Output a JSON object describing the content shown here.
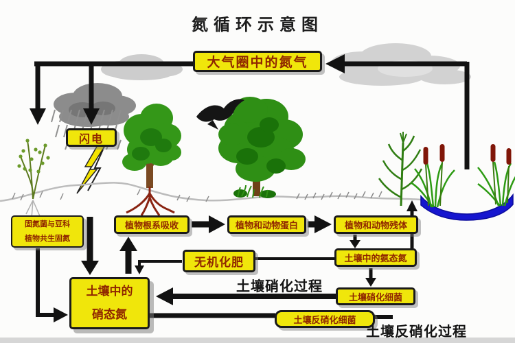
{
  "title": "氮循环示意图",
  "colors": {
    "box_fill": "#f0e60b",
    "box_border": "#1a1a1a",
    "box_text": "#8f2600",
    "arrow": "#121212",
    "pond_water": "#1616cf",
    "foliage_green": "#2f8f15",
    "storm_cloud": "#8c8c8c",
    "cloud": "#d2d2d2"
  },
  "boxes": {
    "atmosphere": "大气圈中的氮气",
    "lightning": "闪电",
    "symbiotic": [
      "固氮菌与豆科",
      "植物共生固氮"
    ],
    "root_absorption": "植物根系吸收",
    "plant_animal_protein": "植物和动物蛋白",
    "plant_animal_residue": "植物和动物残体",
    "inorganic_fertilizer": "无机化肥",
    "soil_ammonia": "土壤中的氨态氮",
    "soil_nitrifying_bacteria": "土壤硝化细菌",
    "soil_nitrate": [
      "土壤中的",
      "硝态氮"
    ],
    "soil_denitrifying_bacteria": "土壤反硝化细菌"
  },
  "labels": {
    "nitrification_process": "土壤硝化过程",
    "denitrification_process": "土壤反硝化过程"
  }
}
